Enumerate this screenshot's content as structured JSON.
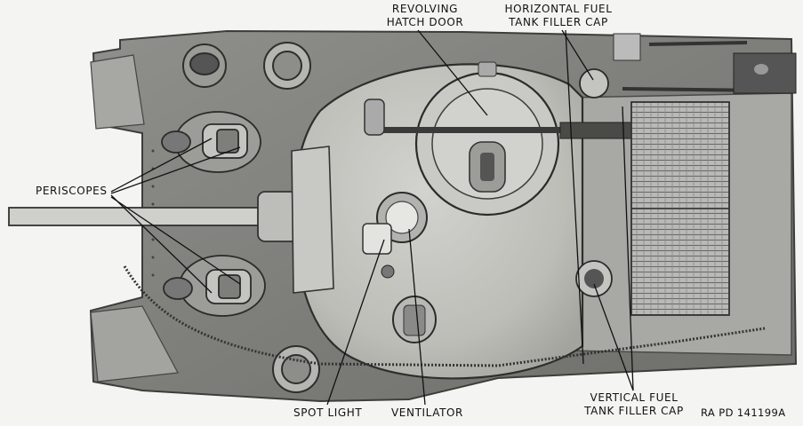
{
  "figure": {
    "labels": {
      "hatch_line1": "REVOLVING",
      "hatch_line2": "HATCH DOOR",
      "hfuel_line1": "HORIZONTAL FUEL",
      "hfuel_line2": "TANK FILLER CAP",
      "periscopes": "PERISCOPES",
      "spot_light": "SPOT LIGHT",
      "ventilator": "VENTILATOR",
      "vfuel_line1": "VERTICAL FUEL",
      "vfuel_line2": "TANK FILLER CAP",
      "reference": "RA PD 141199A"
    }
  }
}
